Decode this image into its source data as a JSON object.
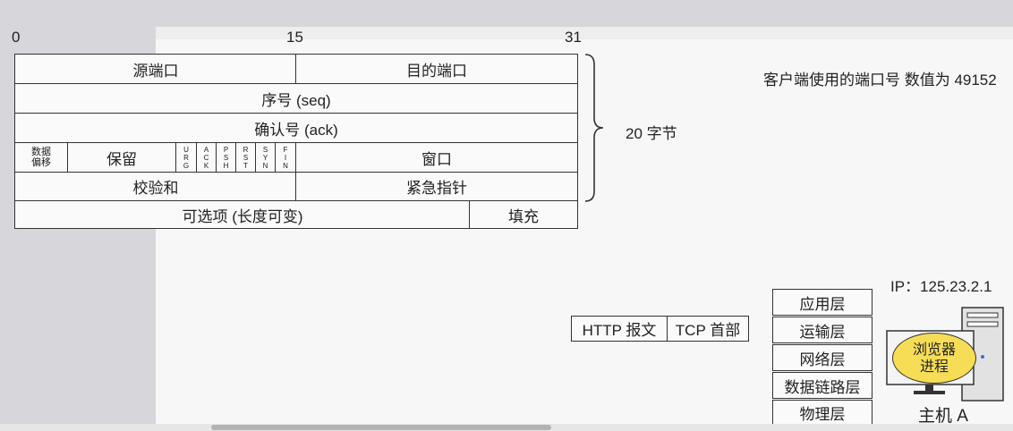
{
  "header_bits": {
    "start": "0",
    "mid": "15",
    "end": "31"
  },
  "tcp_header": {
    "src_port": "源端口",
    "dst_port": "目的端口",
    "seq": "序号 (seq)",
    "ack": "确认号 (ack)",
    "data_offset_1": "数据",
    "data_offset_2": "偏移",
    "reserved": "保留",
    "flags": [
      "URG",
      "ACK",
      "PSH",
      "RST",
      "SYN",
      "FIN"
    ],
    "window": "窗口",
    "checksum": "校验和",
    "urgent_ptr": "紧急指针",
    "options": "可选项 (长度可变)",
    "padding": "填充"
  },
  "brace_label": "20 字节",
  "client_port_note": "客户端使用的端口号 数值为 49152",
  "segment": {
    "http": "HTTP 报文",
    "tcp": "TCP 首部"
  },
  "layers": [
    "应用层",
    "运输层",
    "网络层",
    "数据链路层",
    "物理层"
  ],
  "host": {
    "ip": "IP：125.23.2.1",
    "process_line1": "浏览器",
    "process_line2": "进程",
    "name": "主机 A"
  }
}
